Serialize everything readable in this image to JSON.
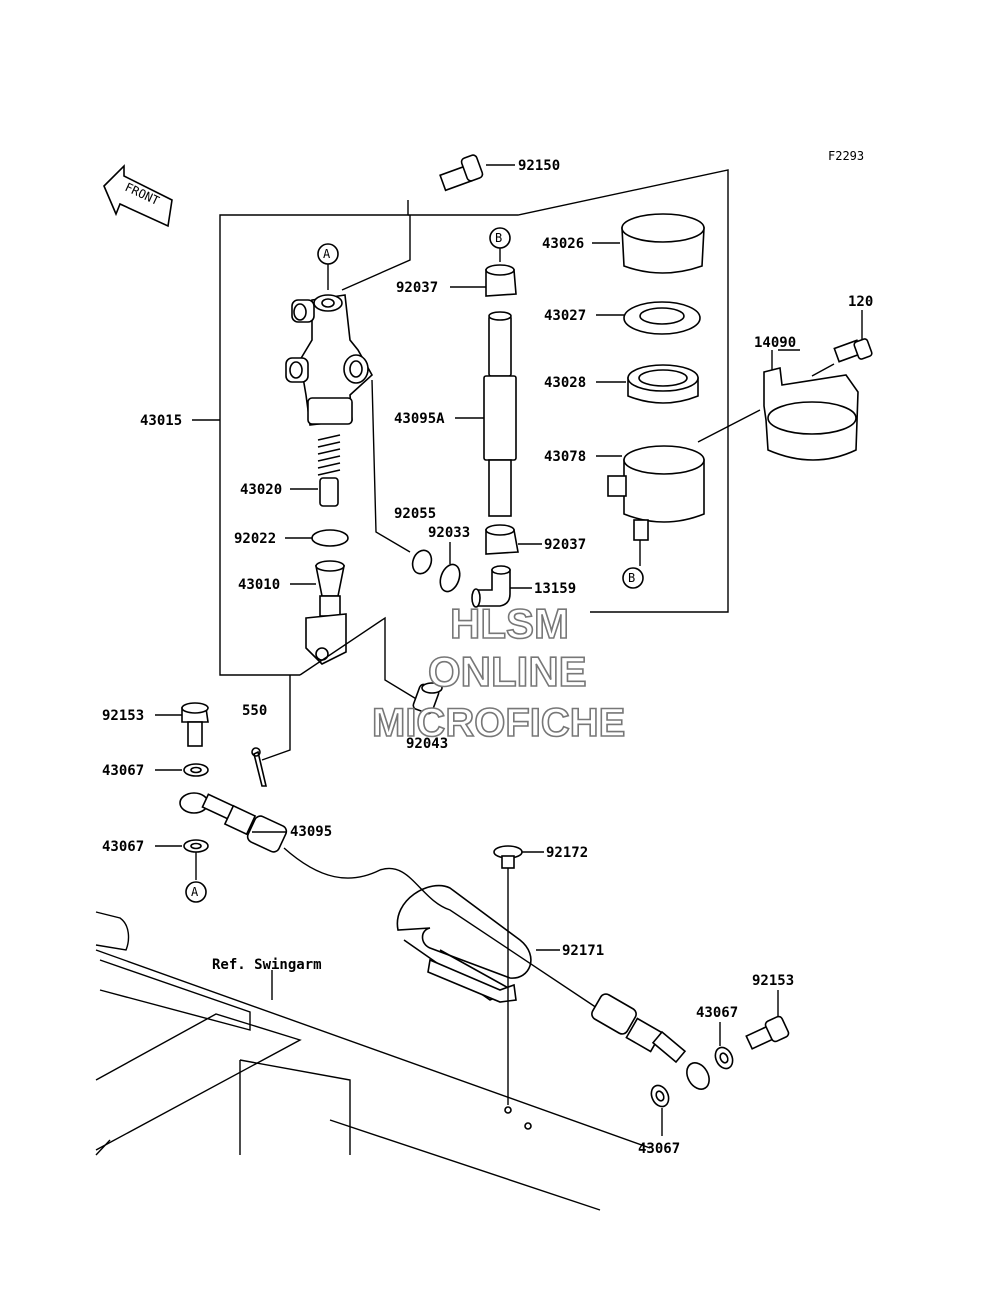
{
  "diagram": {
    "code": "F2293",
    "front_label": "FRONT",
    "ref_label": "Ref. Swingarm",
    "refs": {
      "a": "A",
      "b": "B"
    },
    "parts": {
      "p92150": "92150",
      "p43026": "43026",
      "p92037a": "92037",
      "p43027": "43027",
      "p120": "120",
      "p14090": "14090",
      "p43028": "43028",
      "p43015": "43015",
      "p43095A": "43095A",
      "p43078": "43078",
      "p43020": "43020",
      "p92055": "92055",
      "p92033": "92033",
      "p92022": "92022",
      "p92037b": "92037",
      "p43010": "43010",
      "p13159": "13159",
      "p92153a": "92153",
      "p550": "550",
      "p92043": "92043",
      "p43067a": "43067",
      "p43095": "43095",
      "p43067b": "43067",
      "p92172": "92172",
      "p92171": "92171",
      "p92153b": "92153",
      "p43067c": "43067",
      "p43067d": "43067"
    },
    "watermark": [
      "HLSM",
      "ONLINE",
      "MICROFICHE"
    ]
  }
}
